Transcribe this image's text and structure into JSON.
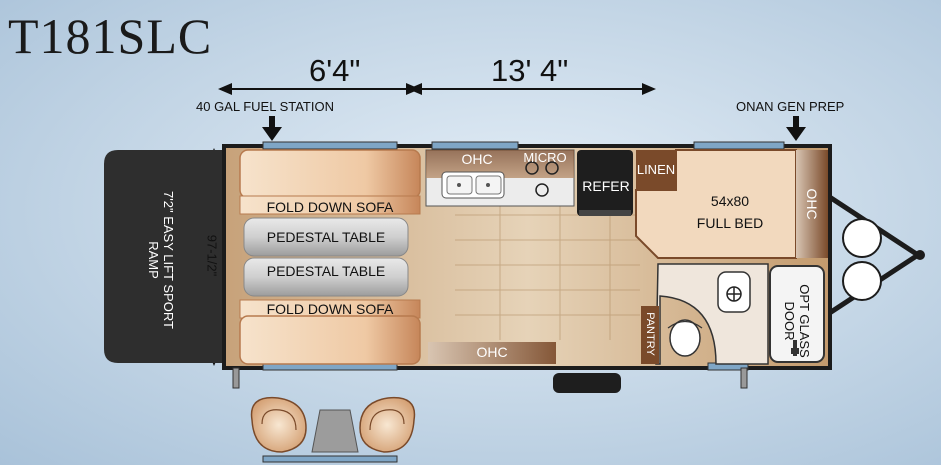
{
  "title": "T181SLC",
  "dimensions": {
    "front_length": "6'4\"",
    "total_length": "13' 4\"",
    "width": "97-1/2\"",
    "ramp": "7'2\" EASY LIFT SPORT RAMP"
  },
  "callouts": {
    "fuel": "40 GAL FUEL STATION",
    "generator": "ONAN GEN PREP"
  },
  "rooms": {
    "sofa_top": "FOLD DOWN SOFA",
    "table_top": "PEDESTAL TABLE",
    "table_bottom": "PEDESTAL TABLE",
    "sofa_bottom": "FOLD DOWN SOFA",
    "ohc_kitchen": "OHC",
    "micro": "MICRO",
    "refer": "REFER",
    "linen": "LINEN",
    "bed_size": "54x80",
    "bed_label": "FULL BED",
    "ohc_bed": "OHC",
    "ohc_bottom": "OHC",
    "pantry": "PANTRY",
    "door": "OPT GLASS DOOR"
  },
  "colors": {
    "wall": "#1c1c1c",
    "wood_floor": "#c9a77c",
    "cabinet": "#7a4a2a",
    "ramp": "#2e2e2e",
    "window": "#7fa6c6",
    "bed": "#f2d9be"
  }
}
